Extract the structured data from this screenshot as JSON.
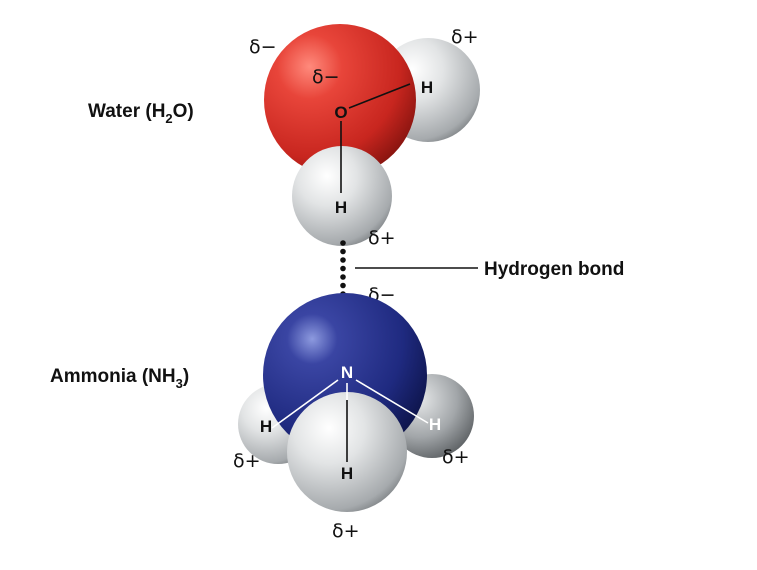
{
  "molecules": {
    "water": {
      "label_main": "Water (H",
      "label_sub": "2",
      "label_end": "O)",
      "atoms": {
        "o": "O",
        "h_right": "H",
        "h_bottom": "H"
      },
      "charges": {
        "outer_negative": "δ−",
        "inner_negative": "δ−",
        "h_right_positive": "δ+",
        "h_bottom_positive": "δ+"
      }
    },
    "ammonia": {
      "label_main": "Ammonia (NH",
      "label_sub": "3",
      "label_end": ")",
      "atoms": {
        "n": "N",
        "h_left": "H",
        "h_right": "H",
        "h_front": "H"
      },
      "charges": {
        "n_negative": "δ−",
        "h_left_positive": "δ+",
        "h_right_positive": "δ+",
        "h_front_positive": "δ+"
      }
    }
  },
  "bond": {
    "label": "Hydrogen bond"
  },
  "colors": {
    "oxygen": "#d2302a",
    "nitrogen": "#1f2a80",
    "hydrogen": "#c9ccce",
    "text": "#111111"
  }
}
